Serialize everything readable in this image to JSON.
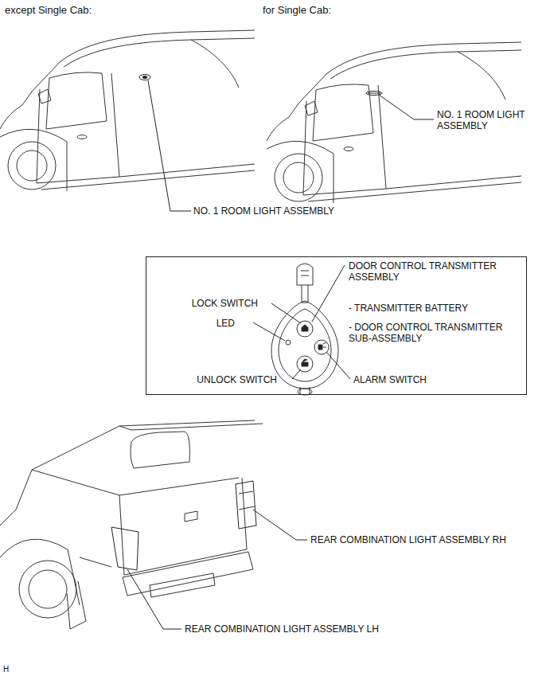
{
  "diagram": {
    "nodes": [
      {
        "text": [
          "DOOR CONTROL TRANSMITTER ASSEMBLY",
          "LOCK SWITCH",
          "- TRANSMITTER BATTERY",
          "LED",
          "- DOOR CONTROL TRANSMITTER SUB-ASSEMBLY",
          "UNLOCK SWITCH",
          "ALARM SWITCH"
        ]
      }
    ],
    "labels": [
      "except Single Cab:",
      "for Single Cab:",
      "NO. 1 ROOM LIGHT ASSEMBLY",
      "NO. 1 ROOM LIGHT ASSEMBLY",
      "REAR COMBINATION LIGHT ASSEMBLY RH",
      "REAR COMBINATION LIGHT ASSEMBLY LH",
      "H"
    ]
  }
}
